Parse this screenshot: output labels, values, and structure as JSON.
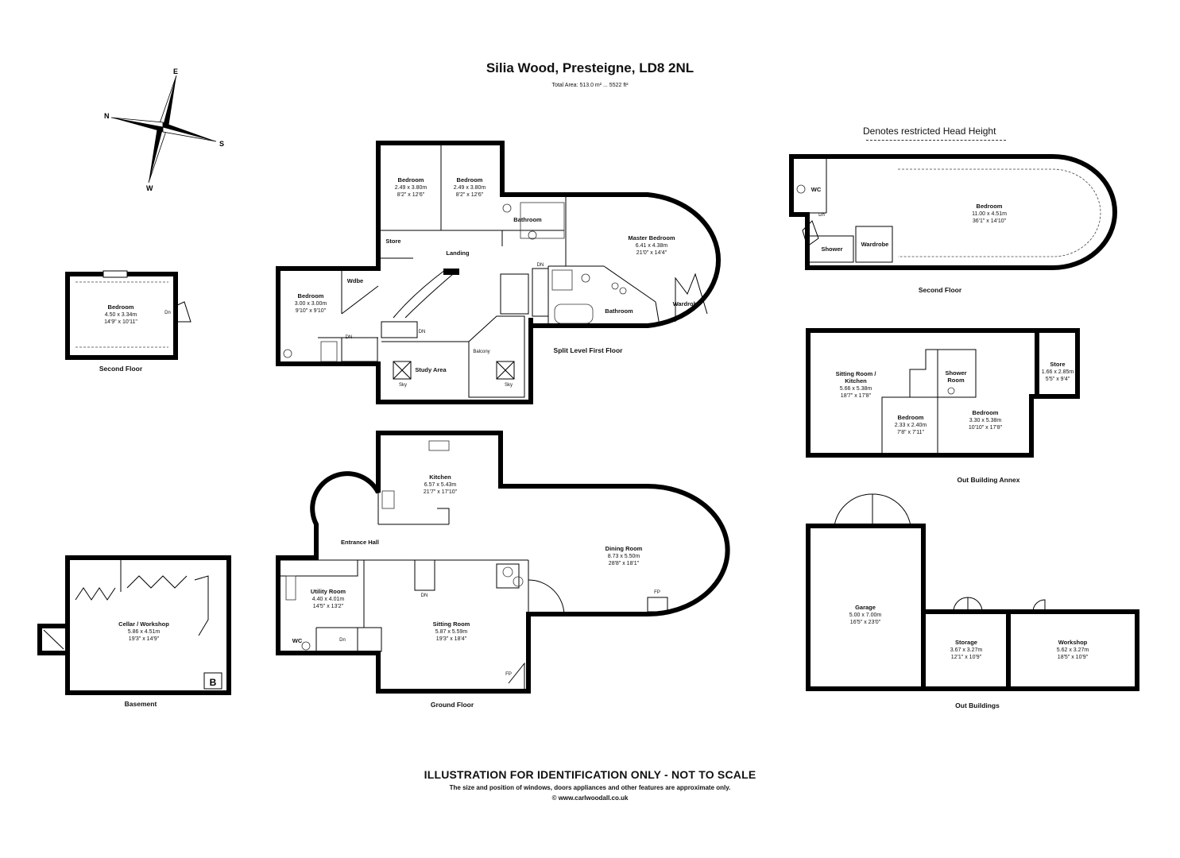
{
  "header": {
    "title": "Silia Wood, Presteigne, LD8 2NL",
    "total_area": "Total Area: 513.0 m² ... 5522 ft²",
    "head_height_note": "Denotes restricted Head Height"
  },
  "compass": {
    "n": "N",
    "e": "E",
    "s": "S",
    "w": "W"
  },
  "floors": {
    "second_floor_left": "Second Floor",
    "split_level": "Split Level First Floor",
    "second_floor_right": "Second Floor",
    "annex": "Out Building Annex",
    "basement": "Basement",
    "ground": "Ground Floor",
    "outbuildings": "Out Buildings"
  },
  "rooms": {
    "sf_bedroom": {
      "name": "Bedroom",
      "m": "4.50 x 3.34m",
      "ft": "14'9\" x 10'11\""
    },
    "bed1": {
      "name": "Bedroom",
      "m": "2.49 x 3.80m",
      "ft": "8'2\" x 12'6\""
    },
    "bed2": {
      "name": "Bedroom",
      "m": "2.49 x 3.80m",
      "ft": "8'2\" x 12'6\""
    },
    "bathroom1": {
      "name": "Bathroom"
    },
    "master": {
      "name": "Master Bedroom",
      "m": "6.41 x 4.38m",
      "ft": "21'0\" x 14'4\""
    },
    "store1": {
      "name": "Store"
    },
    "landing": {
      "name": "Landing"
    },
    "wdbe": {
      "name": "Wdbe"
    },
    "bed3": {
      "name": "Bedroom",
      "m": "3.00 x 3.00m",
      "ft": "9'10\" x 9'10\""
    },
    "bathroom2": {
      "name": "Bathroom"
    },
    "wardrobe1": {
      "name": "Wardrobe"
    },
    "balcony": {
      "name": "Balcony"
    },
    "study": {
      "name": "Study Area"
    },
    "sky": "Sky",
    "dn": "DN",
    "dn_lower": "Dn",
    "fp": "FP",
    "wc2": {
      "name": "WC"
    },
    "bed_top": {
      "name": "Bedroom",
      "m": "11.00 x 4.51m",
      "ft": "36'1\" x 14'10\""
    },
    "shower": {
      "name": "Shower"
    },
    "wardrobe2": {
      "name": "Wardrobe"
    },
    "sitting_kitchen": {
      "name": "Sitting Room /",
      "name2": "Kitchen",
      "m": "5.66 x 5.38m",
      "ft": "18'7\" x 17'8\""
    },
    "shower_room": {
      "name": "Shower",
      "name2": "Room"
    },
    "store2": {
      "name": "Store",
      "m": "1.66 x 2.85m",
      "ft": "5'5\" x 9'4\""
    },
    "annex_bed1": {
      "name": "Bedroom",
      "m": "2.33 x 2.40m",
      "ft": "7'8\" x 7'11\""
    },
    "annex_bed2": {
      "name": "Bedroom",
      "m": "3.30 x 5.38m",
      "ft": "10'10\" x 17'8\""
    },
    "kitchen": {
      "name": "Kitchen",
      "m": "6.57 x 5.43m",
      "ft": "21'7\" x 17'10\""
    },
    "entrance": {
      "name": "Entrance Hall"
    },
    "dining": {
      "name": "Dining Room",
      "m": "8.73 x 5.50m",
      "ft": "28'8\" x 18'1\""
    },
    "utility": {
      "name": "Utility Room",
      "m": "4.40 x 4.01m",
      "ft": "14'5\" x 13'2\""
    },
    "wc1": {
      "name": "WC"
    },
    "sitting": {
      "name": "Sitting Room",
      "m": "5.87 x 5.59m",
      "ft": "19'3\" x 18'4\""
    },
    "cellar": {
      "name": "Cellar / Workshop",
      "m": "5.86 x 4.51m",
      "ft": "19'3\" x 14'9\""
    },
    "boiler": "B",
    "garage": {
      "name": "Garage",
      "m": "5.00 x 7.00m",
      "ft": "16'5\" x 23'0\""
    },
    "storage": {
      "name": "Storage",
      "m": "3.67 x 3.27m",
      "ft": "12'1\" x 10'9\""
    },
    "workshop": {
      "name": "Workshop",
      "m": "5.62 x 3.27m",
      "ft": "18'5\" x 10'9\""
    }
  },
  "footer": {
    "disclaimer": "ILLUSTRATION FOR IDENTIFICATION ONLY - NOT TO SCALE",
    "note": "The size and position of windows, doors appliances and other features are approximate only.",
    "copyright": "© www.carlwoodall.co.uk"
  }
}
